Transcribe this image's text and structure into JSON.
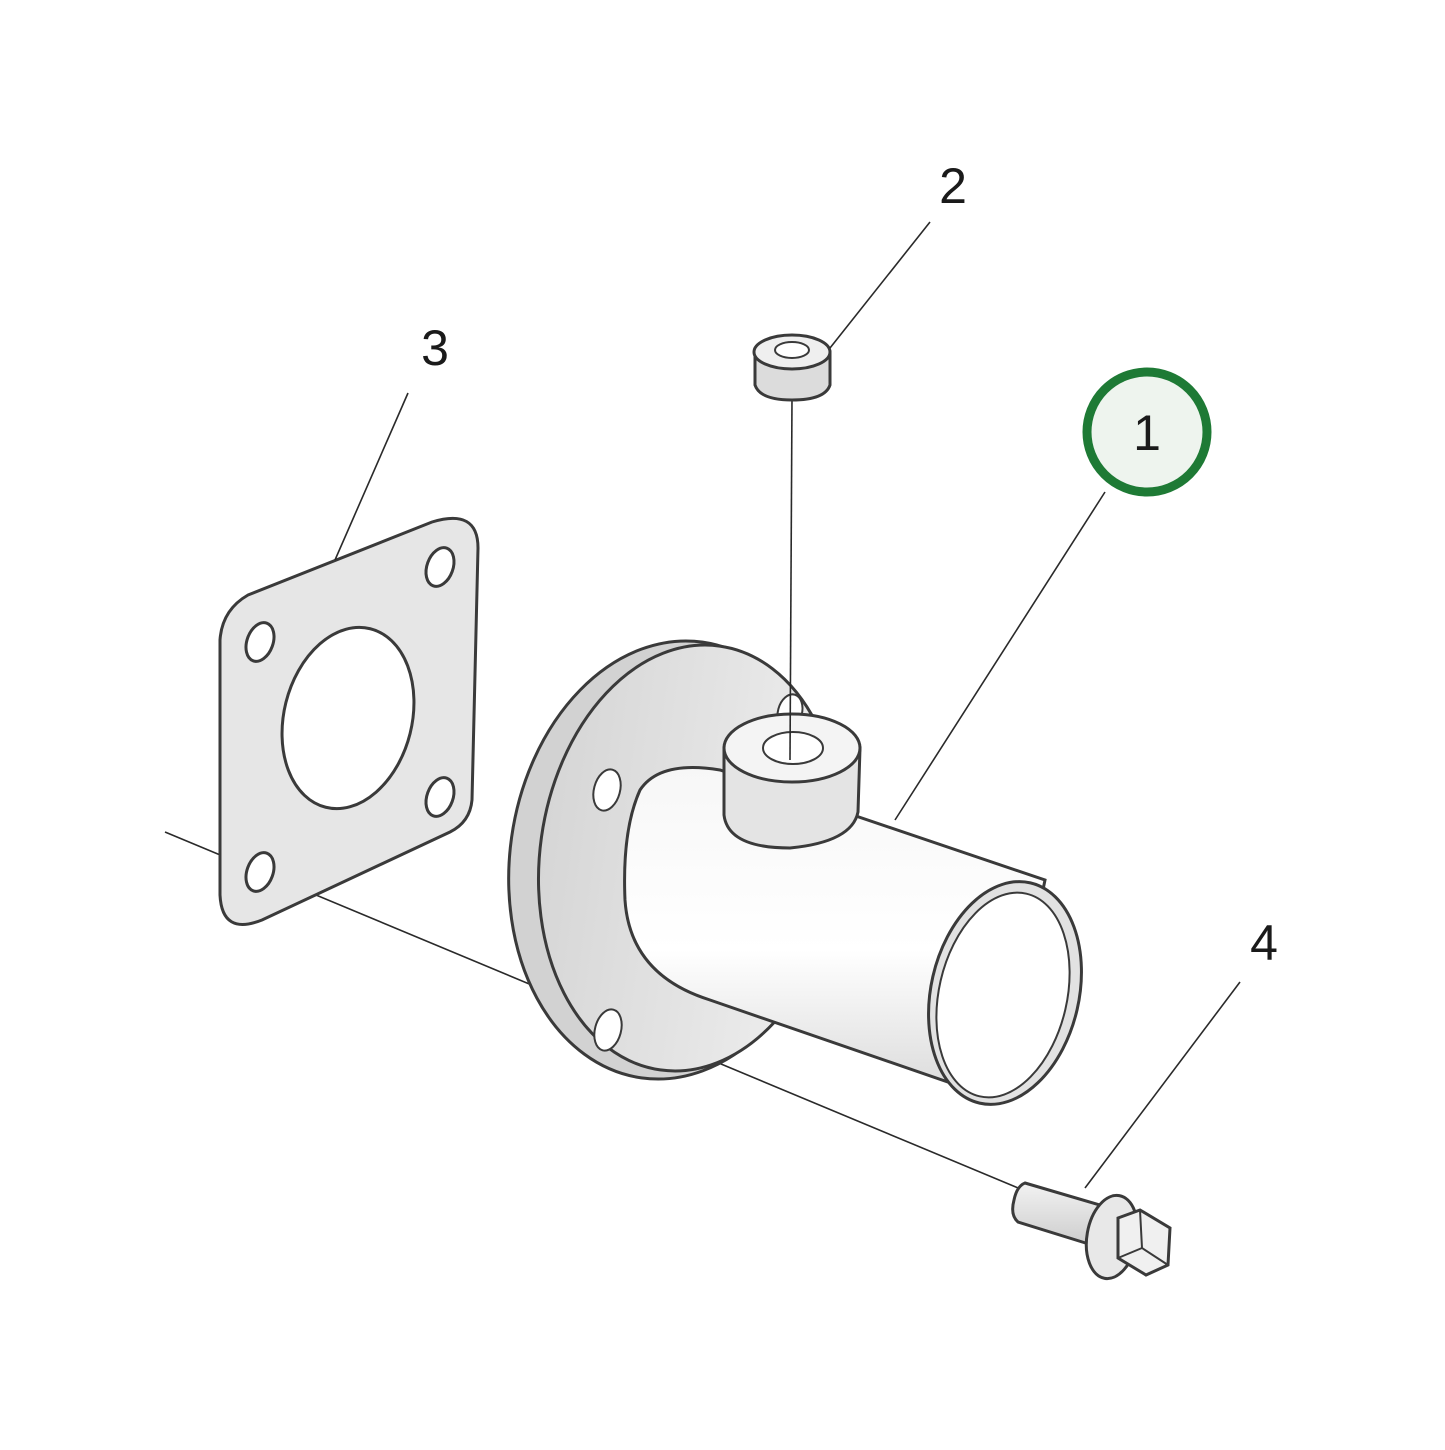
{
  "diagram": {
    "callouts": [
      {
        "id": "1",
        "label": "1",
        "highlighted": true
      },
      {
        "id": "2",
        "label": "2",
        "highlighted": false
      },
      {
        "id": "3",
        "label": "3",
        "highlighted": false
      },
      {
        "id": "4",
        "label": "4",
        "highlighted": false
      }
    ],
    "colors": {
      "highlight_ring": "#1e7a35",
      "highlight_fill": "#eef4ee",
      "part_fill": "#e9e9e9",
      "part_fill_dark": "#cfcfcf",
      "outline": "#3a3a3a"
    },
    "icons": {
      "exhaust_adapter": "exhaust-adapter-icon",
      "plug_screw": "plug-screw-icon",
      "gasket": "gasket-icon",
      "flange_bolt": "flange-bolt-icon"
    }
  }
}
